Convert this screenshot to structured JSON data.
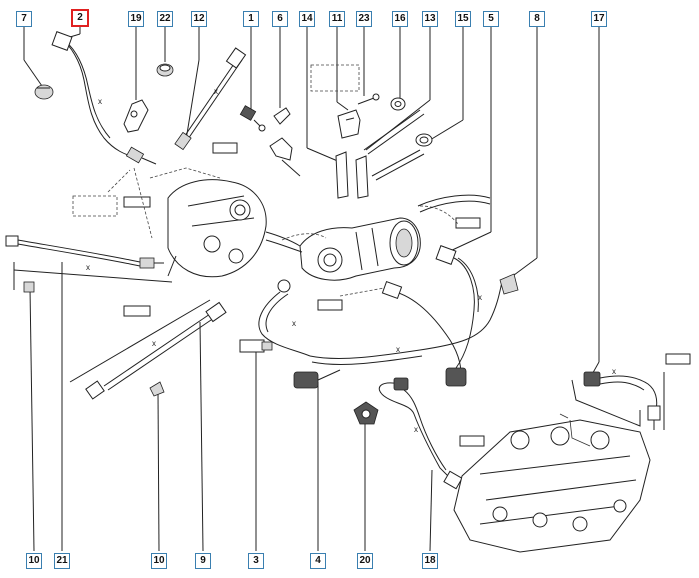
{
  "diagram": {
    "selected_callout": "2",
    "callouts_top": [
      "7",
      "2",
      "19",
      "22",
      "12",
      "1",
      "6",
      "14",
      "11",
      "23",
      "16",
      "13",
      "15",
      "5",
      "8",
      "17"
    ],
    "callouts_bottom": [
      "10",
      "21",
      "10",
      "9",
      "3",
      "4",
      "20",
      "18"
    ],
    "length_marker": "x"
  }
}
